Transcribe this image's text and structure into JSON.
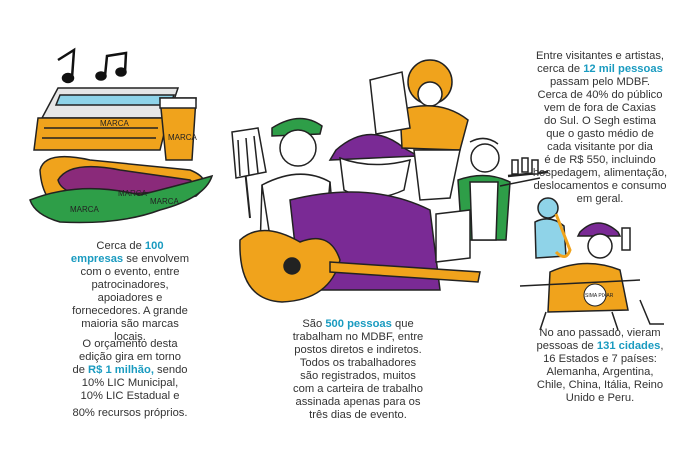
{
  "col1": {
    "p1": [
      "Cerca de ",
      "100",
      " ",
      "empresas",
      " se envolvem",
      "com o evento, entre",
      "patrocinadores,",
      "apoiadores e",
      "fornecedores. A grande",
      "maioria são marcas",
      "locais."
    ],
    "p2": [
      "O orçamento desta",
      "edição gira em torno",
      "de ",
      "R$ 1 milhão,",
      " sendo",
      "10% LIC Municipal,",
      "10% LIC Estadual e"
    ],
    "p3": "80% recursos próprios."
  },
  "col2": {
    "lines": [
      "São ",
      "500 pessoas",
      " que",
      "trabalham no MDBF, entre",
      "postos diretos e indiretos.",
      "Todos os trabalhadores",
      "são registrados, muitos",
      "com a carteira de trabalho",
      "assinada apenas para os",
      "três dias de evento."
    ]
  },
  "col3": {
    "top": [
      "Entre visitantes e artistas,",
      "cerca de ",
      "12 mil pessoas",
      "passam pelo MDBF.",
      "Cerca de 40% do público",
      "vem de fora de Caxias",
      "do Sul. O Segh estima",
      "que o gasto médio de",
      "cada visitante por dia",
      "é de R$ 550, incluindo",
      "hospedagem, alimentação,",
      "deslocamentos e consumo",
      "em geral."
    ],
    "bottom": [
      "No ano passado, vieram",
      "pessoas de ",
      "131 cidades",
      ",",
      "16 Estados e 7 países:",
      "Alemanha, Argentina,",
      "Chile, China, Itália, Reino",
      "Unido e Peru."
    ]
  },
  "labels": {
    "brand": "MARCA",
    "sign": "SIMA PIXAR"
  },
  "colors": {
    "highlight": "#1a9bc0",
    "orange": "#f0a31c",
    "green": "#2e9e48",
    "purple": "#7a2a95",
    "blue": "#8fd3e8"
  }
}
